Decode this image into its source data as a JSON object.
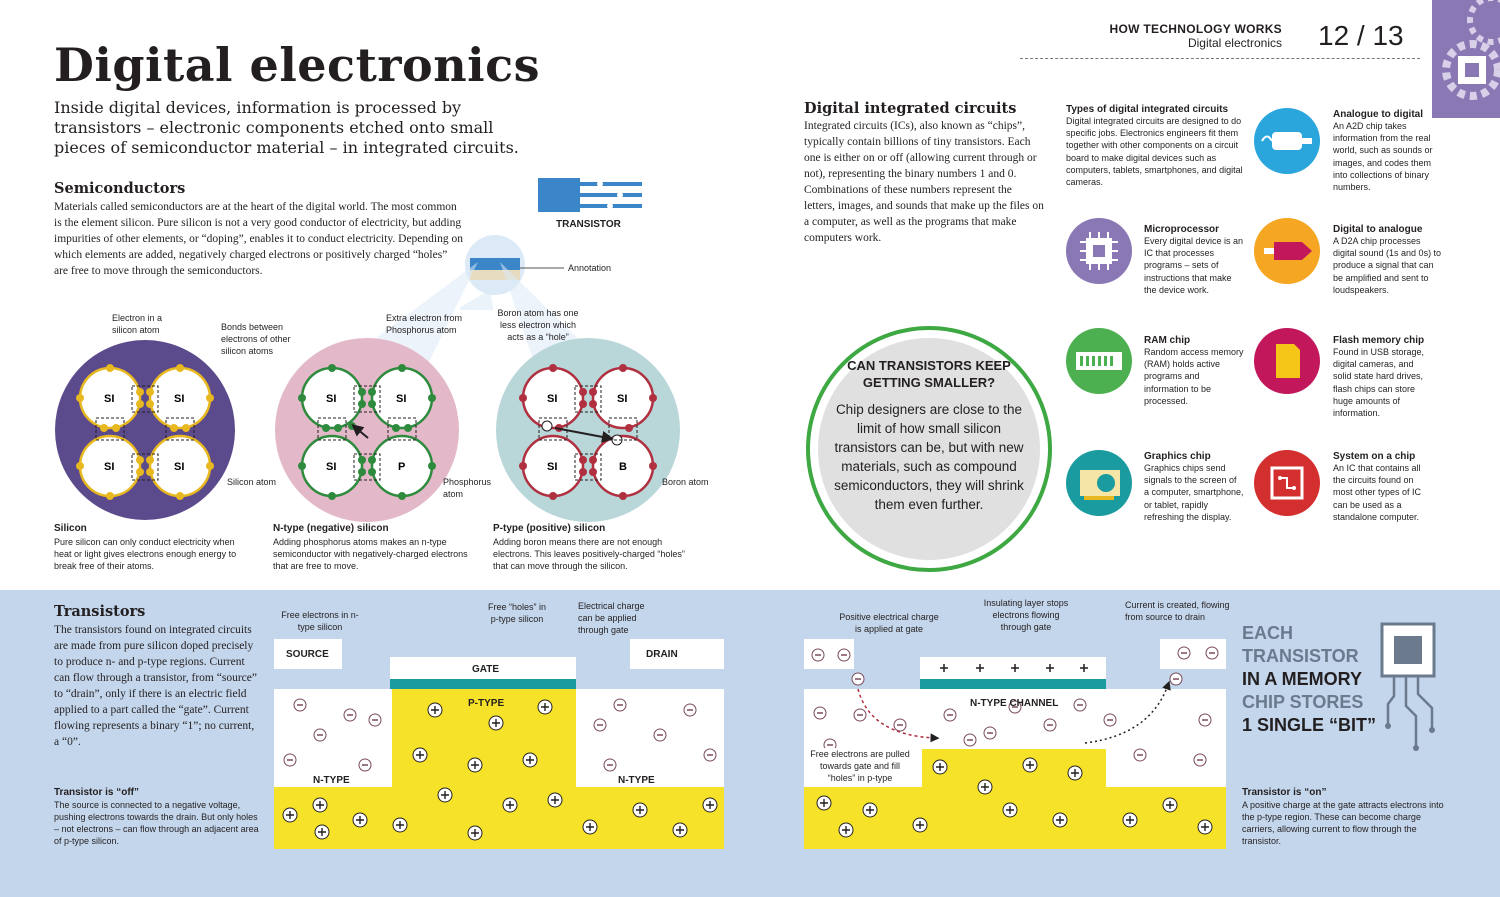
{
  "header": {
    "section": "HOW TECHNOLOGY WORKS",
    "subsection": "Digital electronics",
    "page": "12 / 13"
  },
  "title": "Digital electronics",
  "intro": "Inside digital devices, information is processed by transistors – electronic components etched onto small pieces of semiconductor material – in integrated circuits.",
  "semiconductors": {
    "heading": "Semiconductors",
    "body": "Materials called semiconductors are at the heart of the digital world. The most common is the element silicon. Pure silicon is not a very good conductor of electricity, but adding impurities of other elements, or “doping”, enables it to conduct electricity. Depending on which elements are added, negatively charged electrons or positively charged “holes” are free to move through the semiconductors.",
    "transistor_label": "TRANSISTOR",
    "annotation_label": "Annotation",
    "labels": {
      "electron_in_atom": "Electron in a silicon atom",
      "bonds": "Bonds between electrons of other silicon atoms",
      "silicon_atom": "Silicon atom",
      "extra_electron": "Extra electron from Phosphorus atom",
      "phosphorus_atom": "Phosphorus atom",
      "boron_hole": "Boron atom has one less electron which acts as a “hole”",
      "boron_atom": "Boron atom"
    },
    "atom_symbols": {
      "si": "SI",
      "p": "P",
      "b": "B"
    },
    "captions": [
      {
        "title": "Silicon",
        "text": "Pure silicon can only conduct electricity when heat or light gives electrons enough energy to break free of their atoms."
      },
      {
        "title": "N-type (negative) silicon",
        "text": "Adding phosphorus atoms makes an n-type semiconductor with negatively-charged electrons that are free to move."
      },
      {
        "title": "P-type (positive) silicon",
        "text": "Adding boron means there are not enough electrons. This leaves positively-charged “holes” that can move through the silicon."
      }
    ]
  },
  "ics": {
    "heading": "Digital integrated circuits",
    "body": "Integrated circuits (ICs), also known as “chips”, typically contain billions of tiny transistors. Each one is either on or off (allowing current through or not), representing the binary numbers 1 and 0. Combinations of these numbers represent the letters, images, and sounds that make up the files on a computer, as well as the programs that make computers work.",
    "types_heading": "Types of digital integrated circuits",
    "types_body": "Digital integrated circuits are designed to do specific jobs. Electronics engineers fit them together with other components on a circuit board to make digital devices such as computers, tablets, smartphones, and digital cameras.",
    "items": [
      {
        "title": "Analogue to digital",
        "text": "An A2D chip takes information from the real world, such as sounds or images, and codes them into collections of binary numbers.",
        "color": "#2aa6dd",
        "icon": "wave-to-digital-icon"
      },
      {
        "title": "Microprocessor",
        "text": "Every digital device is an IC that processes programs – sets of instructions that make the device work.",
        "color": "#8a78b4",
        "icon": "cpu-icon"
      },
      {
        "title": "Digital to analogue",
        "text": "A D2A chip processes digital sound (1s and 0s) to produce a signal that can be amplified and sent to loudspeakers.",
        "color": "#f5a623",
        "icon": "digital-to-wave-icon"
      },
      {
        "title": "RAM chip",
        "text": "Random access memory (RAM) holds active programs and information to be processed.",
        "color": "#4caf50",
        "icon": "ram-icon"
      },
      {
        "title": "Flash memory chip",
        "text": "Found in USB storage, digital cameras, and solid state hard drives, flash chips can store huge amounts of information.",
        "color": "#c2185b",
        "icon": "sd-card-icon"
      },
      {
        "title": "Graphics chip",
        "text": "Graphics chips send signals to the screen of a computer, smartphone, or tablet, rapidly refreshing the display.",
        "color": "#1a9ba0",
        "icon": "graphics-card-icon"
      },
      {
        "title": "System on a chip",
        "text": "An IC that contains all the circuits found on most other types of IC can be used as a standalone computer.",
        "color": "#d32f2f",
        "icon": "system-chip-icon"
      }
    ]
  },
  "callout": {
    "title": "CAN TRANSISTORS KEEP GETTING SMALLER?",
    "text": "Chip designers are close to the limit of how small silicon transistors can be, but with new materials, such as compound semiconductors, they will shrink them even further."
  },
  "transistors": {
    "heading": "Transistors",
    "body": "The transistors found on integrated circuits are made from pure silicon doped precisely to produce n- and p-type regions. Current can flow through a transistor, from “source” to “drain”, only if there is an electric field applied to a part called the “gate”. Current flowing represents a binary “1”; no current, a “0”.",
    "off_title": "Transistor is “off”",
    "off_text": "The source is connected to a negative voltage, pushing electrons towards the drain. But only holes – not electrons – can flow through an adjacent area of p-type silicon.",
    "on_title": "Transistor is “on”",
    "on_text": "A positive charge at the gate attracts electrons into the p-type region. These can become charge carriers, allowing current to flow through the transistor.",
    "labels": {
      "source": "SOURCE",
      "gate": "GATE",
      "drain": "DRAIN",
      "ptype": "P-TYPE",
      "ntype": "N-TYPE",
      "nchannel": "N-TYPE CHANNEL",
      "free_electrons": "Free electrons in n-type silicon",
      "free_holes": "Free “holes” in p-type silicon",
      "charge_not_applied": "Electrical charge can be applied through gate",
      "positive_charge": "Positive electrical charge is applied at gate",
      "insulating": "Insulating layer stops electrons flowing through gate",
      "current_created": "Current is created, flowing from source to drain",
      "pulled": "Free electrons are pulled towards gate and fill “holes” in p-type"
    },
    "bit_callout": [
      "EACH",
      "TRANSISTOR",
      "IN A MEMORY",
      "CHIP STORES",
      "1 SINGLE “BIT”"
    ]
  },
  "colors": {
    "band": "#c4d6ec",
    "purple": "#5b4a8c",
    "pink": "#e3b8c8",
    "teal": "#b9d6d9",
    "yellow": "#f7e22a",
    "green": "#2e8b3d",
    "red": "#b03040",
    "gold": "#e8b820"
  }
}
